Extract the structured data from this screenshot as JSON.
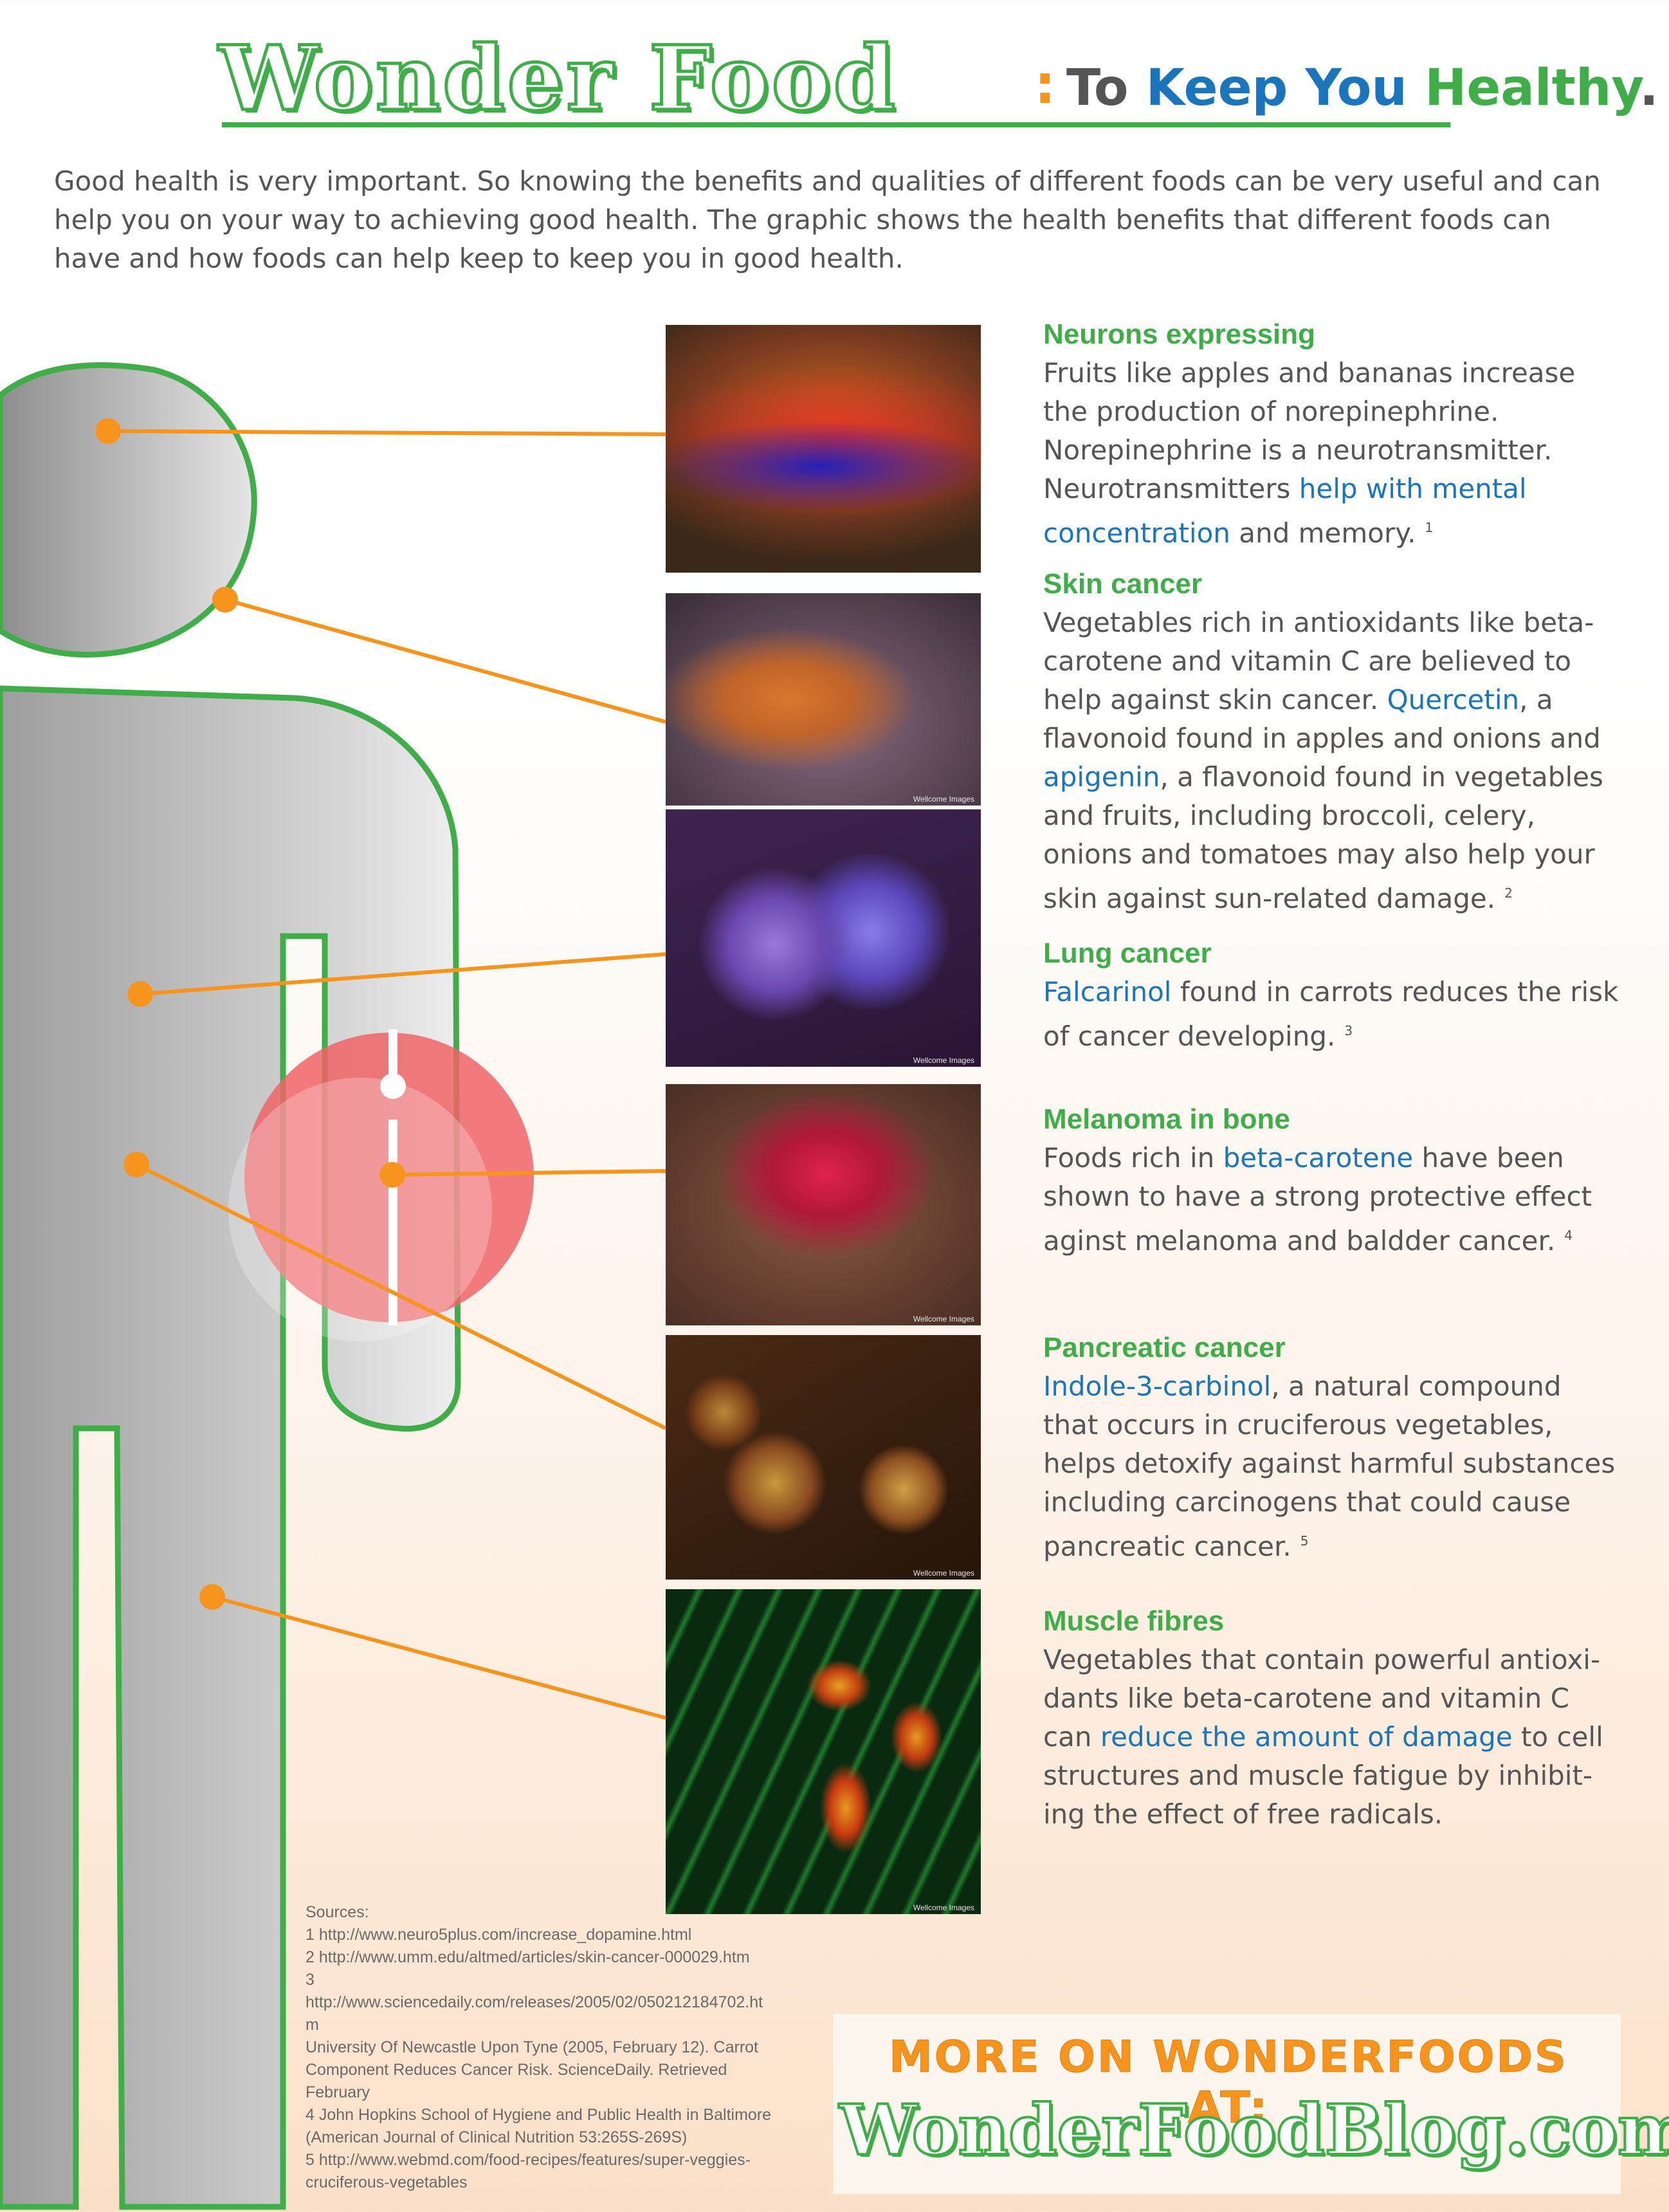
{
  "header": {
    "title": "Wonder Food",
    "colon": ":",
    "subtitle_to": "To",
    "subtitle_keep": "Keep You",
    "subtitle_healthy": "Healthy",
    "subtitle_period": "."
  },
  "intro": "Good health is very important. So knowing the benefits and qualities of different foods can be very useful and can help you on your way to achieving good health. The graphic shows the health benefits that different foods can have and how foods can help keep to keep you in good health.",
  "photos": {
    "credit": "Wellcome Images"
  },
  "sections": {
    "neurons": {
      "heading": "Neurons expressing",
      "text_a": "Fruits like apples and bananas increase the production of norepinephrine. Norepinephrine is a neurotransmitter. Neurotransmitters ",
      "link_a": "help with mental concentration",
      "text_b": " and memory.",
      "ref": "1"
    },
    "skin": {
      "heading": "Skin cancer",
      "text_a": "Vegetables rich in antioxidants like beta-carotene and vitamin C are believed to help against skin cancer. ",
      "link_a": "Quercetin",
      "text_b": ", a flavonoid found in apples and onions and ",
      "link_b": "apigenin",
      "text_c": ", a flavonoid found in vegetables and fruits, including broccoli, celery, onions and tomatoes may also help your skin against sun-related damage.",
      "ref": "2"
    },
    "lung": {
      "heading": "Lung cancer",
      "link_a": "Falcarinol",
      "text_a": " found in carrots reduces the risk of cancer developing.",
      "ref": "3"
    },
    "melanoma": {
      "heading": "Melanoma in bone",
      "text_a": "Foods rich in ",
      "link_a": "beta-carotene",
      "text_b": " have been shown to have a strong protective effect aginst melanoma and baldder cancer.",
      "ref": "4"
    },
    "pancreatic": {
      "heading": "Pancreatic cancer",
      "link_a": "Indole-3-carbinol",
      "text_a": ", a natural compound that occurs in cruciferous vegetables, helps detoxify against harmful substances including carcinogens that could cause pancreatic cancer.",
      "ref": "5"
    },
    "muscle": {
      "heading": "Muscle fibres",
      "text_a": "Vegetables that contain powerful antioxi-dants like beta-carotene and vitamin C can ",
      "link_a": "reduce the amount of damage",
      "text_b": " to cell structures and muscle fatigue by inhibit-ing the effect of free radicals."
    }
  },
  "sources": {
    "label": "Sources:",
    "lines": [
      "1 http://www.neuro5plus.com/increase_dopamine.html",
      "2 http://www.umm.edu/altmed/articles/skin-cancer-000029.htm",
      "3",
      "http://www.sciencedaily.com/releases/2005/02/050212184702.ht",
      "m",
      "University Of Newcastle Upon Tyne (2005, February 12). Carrot",
      "Component Reduces Cancer Risk. ScienceDaily. Retrieved",
      "February",
      "4 John Hopkins School of Hygiene and Public Health in Baltimore",
      "(American Journal of Clinical Nutrition 53:265S-269S)",
      "5 http://www.webmd.com/food-recipes/features/super-veggies-",
      "cruciferous-vegetables"
    ]
  },
  "promo": {
    "line1": "MORE ON WONDERFOODS AT:",
    "line2": "WonderFoodBlog.com"
  },
  "colors": {
    "green": "#3fae49",
    "blue": "#1b75bc",
    "orange": "#f7941d",
    "body_gray": "#b4b4b4",
    "highlight_red": "#f06467"
  }
}
